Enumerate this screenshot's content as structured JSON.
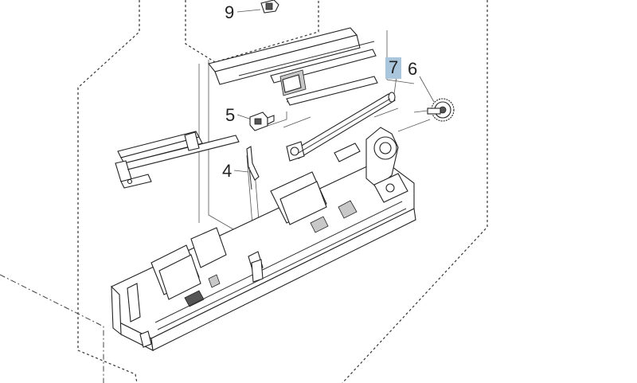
{
  "callouts": {
    "c9": "9",
    "c7": "7",
    "c6": "6",
    "c5": "5",
    "c4": "4"
  },
  "colors": {
    "highlight": "#a9c6dc",
    "ink": "#222222",
    "background": "#ffffff"
  }
}
